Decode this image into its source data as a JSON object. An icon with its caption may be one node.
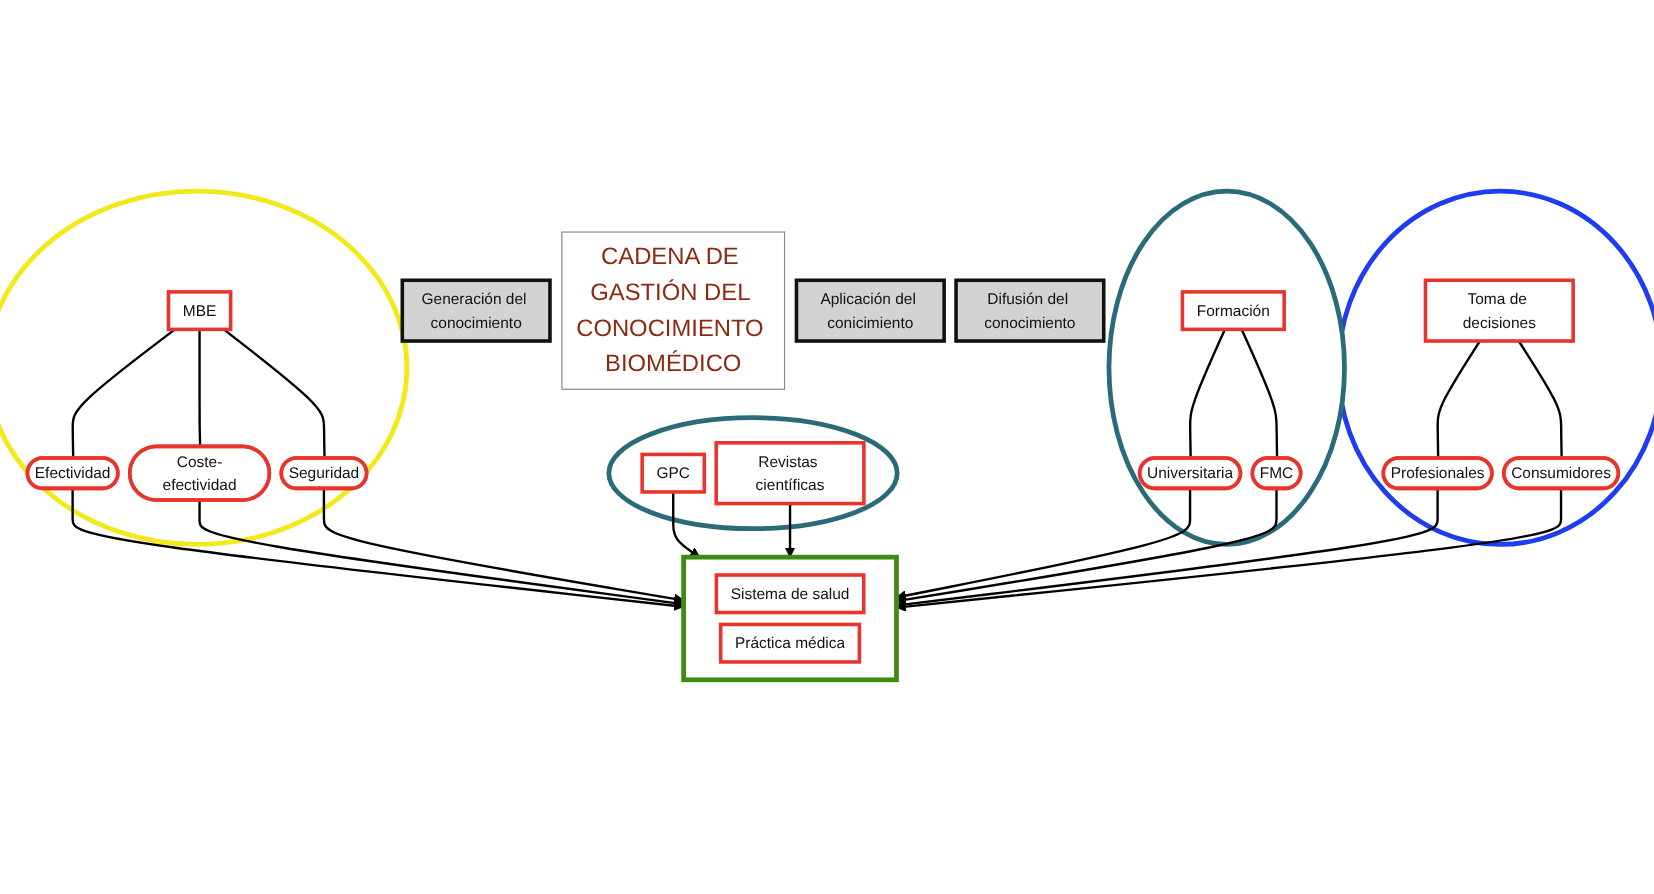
{
  "diagram": {
    "nodes": [
      {
        "text": [
          "Generación del conocimiento"
        ]
      },
      {
        "text": [],
        "shape": "ellipse"
      },
      {
        "text": [
          "MBE"
        ],
        "in": 1
      },
      {
        "text": [
          "Efectividad"
        ],
        "in": 1
      },
      {
        "text": [
          "Seguridad"
        ],
        "in": 1
      },
      {
        "text": [
          "Coste-efectividad"
        ],
        "in": 1
      },
      {
        "text": [],
        "shape": "ellipse"
      },
      {
        "text": [
          "GPC"
        ],
        "in": 6
      },
      {
        "text": [
          "Revistas científicas"
        ],
        "in": 6
      },
      {
        "text": [
          "CADENA DE GASTIÓN DEL CONOCIMIENTO BIOMÉDICO"
        ]
      },
      {
        "text": [],
        "shape": "box"
      },
      {
        "text": [
          "Sistema de salud"
        ],
        "in": 10
      },
      {
        "text": [
          "Práctica médica"
        ],
        "in": 10
      },
      {
        "text": [
          "Aplicación del conicimiento"
        ]
      },
      {
        "text": [],
        "shape": "ellipse"
      },
      {
        "text": [
          "Universitaria"
        ],
        "in": 14
      },
      {
        "text": [
          "FMC"
        ],
        "in": 14
      },
      {
        "text": [
          "Difusión del conocimiento"
        ]
      },
      {
        "text": [],
        "shape": "ellipse"
      },
      {
        "text": [
          "Profesionales"
        ],
        "in": 18
      },
      {
        "text": [
          "Consumidores"
        ],
        "in": 18
      },
      {
        "text": [
          "Formación"
        ],
        "in": 14
      },
      {
        "text": [
          "Toma de decisiones"
        ],
        "in": 18
      }
    ],
    "edges": [
      {
        "from": 2,
        "to": 3,
        "arrow": "none"
      },
      {
        "from": 2,
        "to": 5,
        "arrow": "none"
      },
      {
        "from": 2,
        "to": 4,
        "arrow": "none"
      },
      {
        "from": 3,
        "to": 10,
        "arrow": "to"
      },
      {
        "from": 5,
        "to": 10,
        "arrow": "to"
      },
      {
        "from": 4,
        "to": 10,
        "arrow": "to"
      },
      {
        "from": 7,
        "to": 10,
        "arrow": "to"
      },
      {
        "from": 8,
        "to": 10,
        "arrow": "to"
      },
      {
        "from": 15,
        "to": 10,
        "arrow": "to"
      },
      {
        "from": 16,
        "to": 10,
        "arrow": "to"
      },
      {
        "from": 19,
        "to": 10,
        "arrow": "to"
      },
      {
        "from": 20,
        "to": 10,
        "arrow": "to"
      },
      {
        "from": 21,
        "to": 15,
        "arrow": "none"
      },
      {
        "from": 21,
        "to": 16,
        "arrow": "none"
      },
      {
        "from": 22,
        "to": 19,
        "arrow": "none"
      },
      {
        "from": 22,
        "to": 20,
        "arrow": "none"
      }
    ]
  }
}
